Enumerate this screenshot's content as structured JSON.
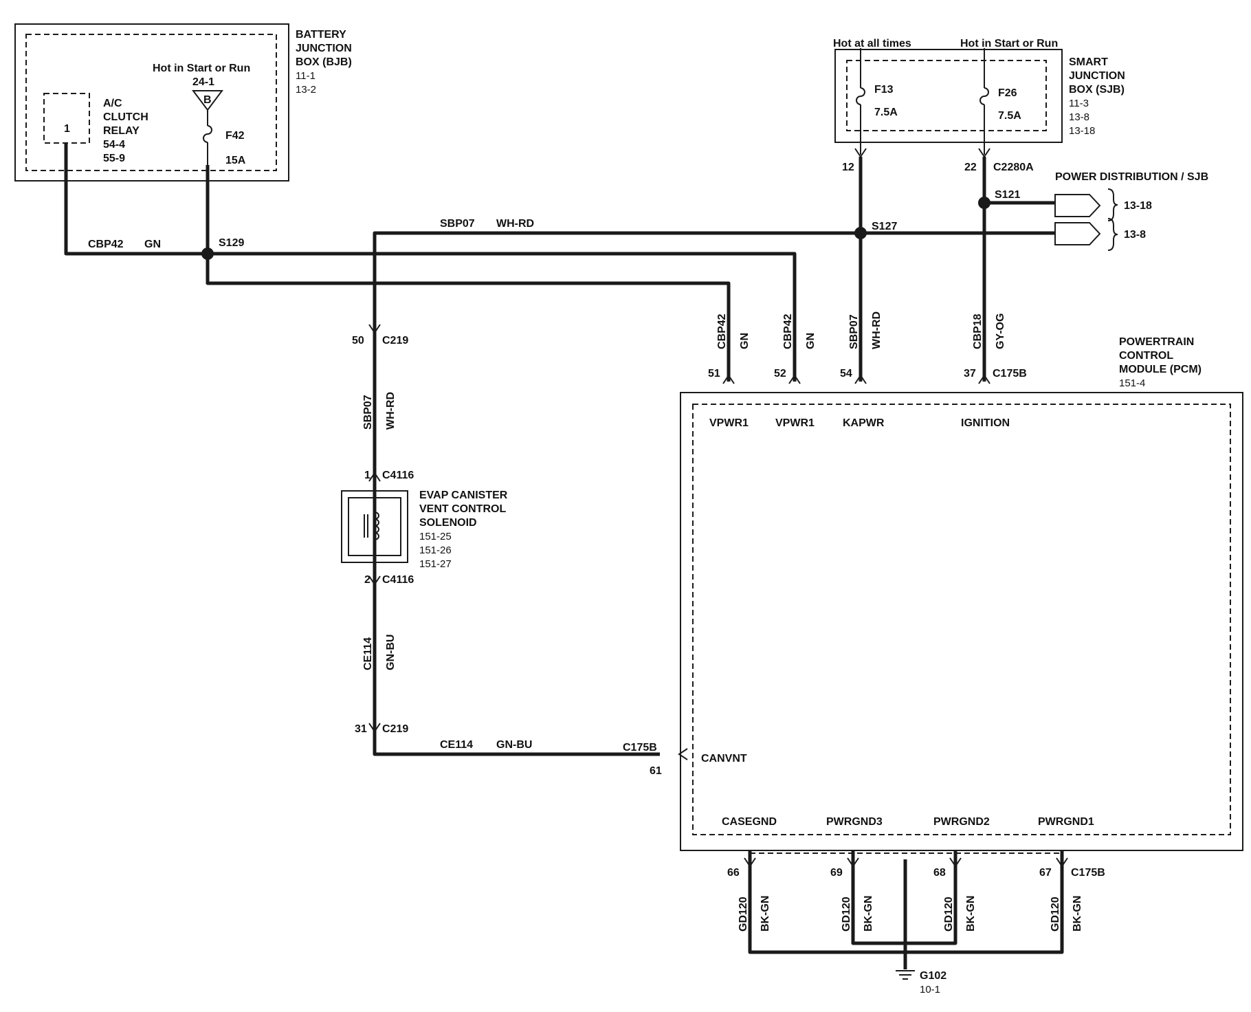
{
  "bjb": {
    "title_lines": [
      "BATTERY",
      "JUNCTION",
      "BOX (BJB)"
    ],
    "refs": [
      "11-1",
      "13-2"
    ],
    "hot_label": "Hot in Start or Run",
    "fuse_feed_ref": "24-1",
    "fuse_feed_letter": "B",
    "fuse_name": "F42",
    "fuse_rating": "15A",
    "relay_pin": "1",
    "relay_lines": [
      "A/C",
      "CLUTCH",
      "RELAY"
    ],
    "relay_refs": [
      "54-4",
      "55-9"
    ]
  },
  "sjb": {
    "title_lines": [
      "SMART",
      "JUNCTION",
      "BOX (SJB)"
    ],
    "refs": [
      "11-3",
      "13-8",
      "13-18"
    ],
    "hot_always": "Hot at all times",
    "hot_start_run": "Hot in Start or Run",
    "fuse1_name": "F13",
    "fuse1_rating": "7.5A",
    "fuse2_name": "F26",
    "fuse2_rating": "7.5A",
    "pin1": "12",
    "pin2": "22",
    "connector": "C2280A"
  },
  "power_dist": {
    "title": "POWER DISTRIBUTION / SJB",
    "splice": "S121",
    "ref_upper": "13-18",
    "ref_lower": "13-8"
  },
  "splices": {
    "s129": "S129",
    "s127": "S127"
  },
  "wires": {
    "cbp42": "CBP42",
    "gn": "GN",
    "sbp07": "SBP07",
    "wh_rd": "WH-RD",
    "cbp18": "CBP18",
    "gy_og": "GY-OG",
    "ce114": "CE114",
    "gn_bu": "GN-BU",
    "gd120": "GD120",
    "bk_gn": "BK-GN"
  },
  "c219": {
    "name": "C219",
    "pin_top": "50",
    "pin_bottom": "31"
  },
  "solenoid": {
    "connector": "C4116",
    "pin_top": "1",
    "pin_bottom": "2",
    "title_lines": [
      "EVAP CANISTER",
      "VENT CONTROL",
      "SOLENOID"
    ],
    "refs": [
      "151-25",
      "151-26",
      "151-27"
    ]
  },
  "pcm": {
    "title_lines": [
      "POWERTRAIN",
      "CONTROL",
      "MODULE (PCM)"
    ],
    "ref": "151-4",
    "connector": "C175B",
    "pins_top": [
      {
        "pin": "51",
        "signal": "VPWR1"
      },
      {
        "pin": "52",
        "signal": "VPWR1"
      },
      {
        "pin": "54",
        "signal": "KAPWR"
      },
      {
        "pin": "37",
        "signal": "IGNITION"
      }
    ],
    "canvnt_pin": "61",
    "canvnt_signal": "CANVNT",
    "pins_bottom": [
      {
        "pin": "66",
        "signal": "CASEGND"
      },
      {
        "pin": "69",
        "signal": "PWRGND3"
      },
      {
        "pin": "68",
        "signal": "PWRGND2"
      },
      {
        "pin": "67",
        "signal": "PWRGND1"
      }
    ]
  },
  "ground": {
    "name": "G102",
    "ref": "10-1"
  }
}
